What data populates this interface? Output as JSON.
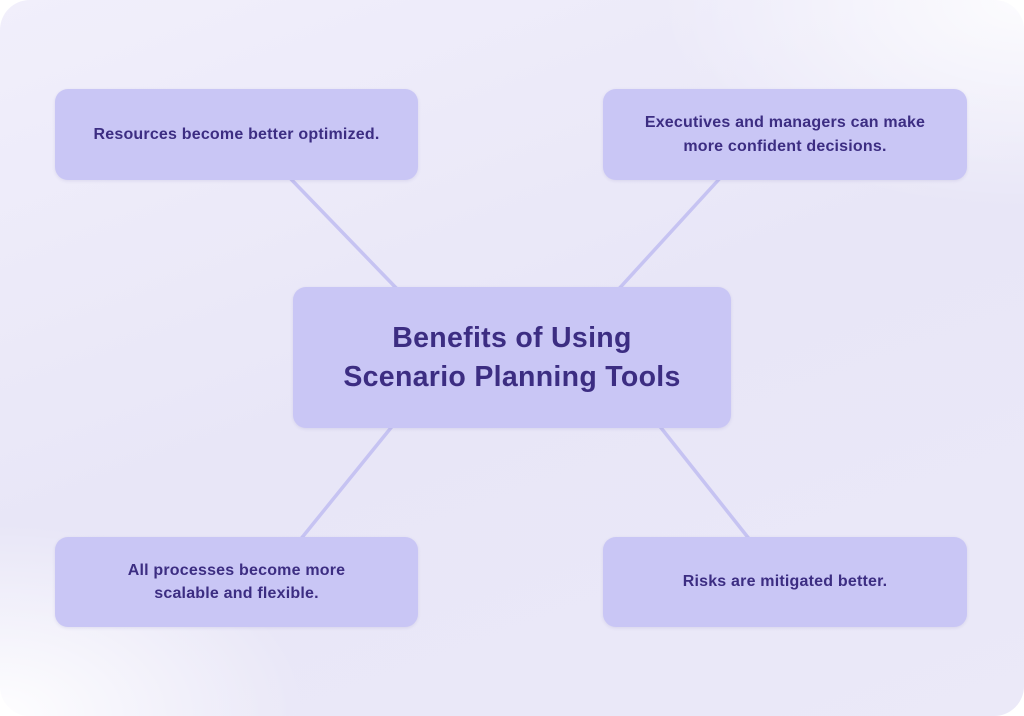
{
  "diagram": {
    "type": "mind-map",
    "nodes": {
      "center": {
        "label": "Benefits of Using\nScenario Planning Tools",
        "role": "central-topic"
      },
      "top_left": {
        "label": "Resources become better optimized.",
        "role": "benefit"
      },
      "top_right": {
        "label": "Executives and managers can make\nmore confident decisions.",
        "role": "benefit"
      },
      "bottom_left": {
        "label": "All processes become more\nscalable and flexible.",
        "role": "benefit"
      },
      "bottom_right": {
        "label": "Risks are mitigated better.",
        "role": "benefit"
      }
    },
    "connections": [
      {
        "from": "center",
        "to": "top_left"
      },
      {
        "from": "center",
        "to": "top_right"
      },
      {
        "from": "center",
        "to": "bottom_left"
      },
      {
        "from": "center",
        "to": "bottom_right"
      }
    ]
  },
  "colors": {
    "node_fill": "#c9c6f5",
    "text": "#3c2d82",
    "line": "#c6c3f2",
    "bg_top": "#f1effb",
    "bg_mid": "#e8e6f7",
    "bg_bottom": "#ebe9f8"
  }
}
